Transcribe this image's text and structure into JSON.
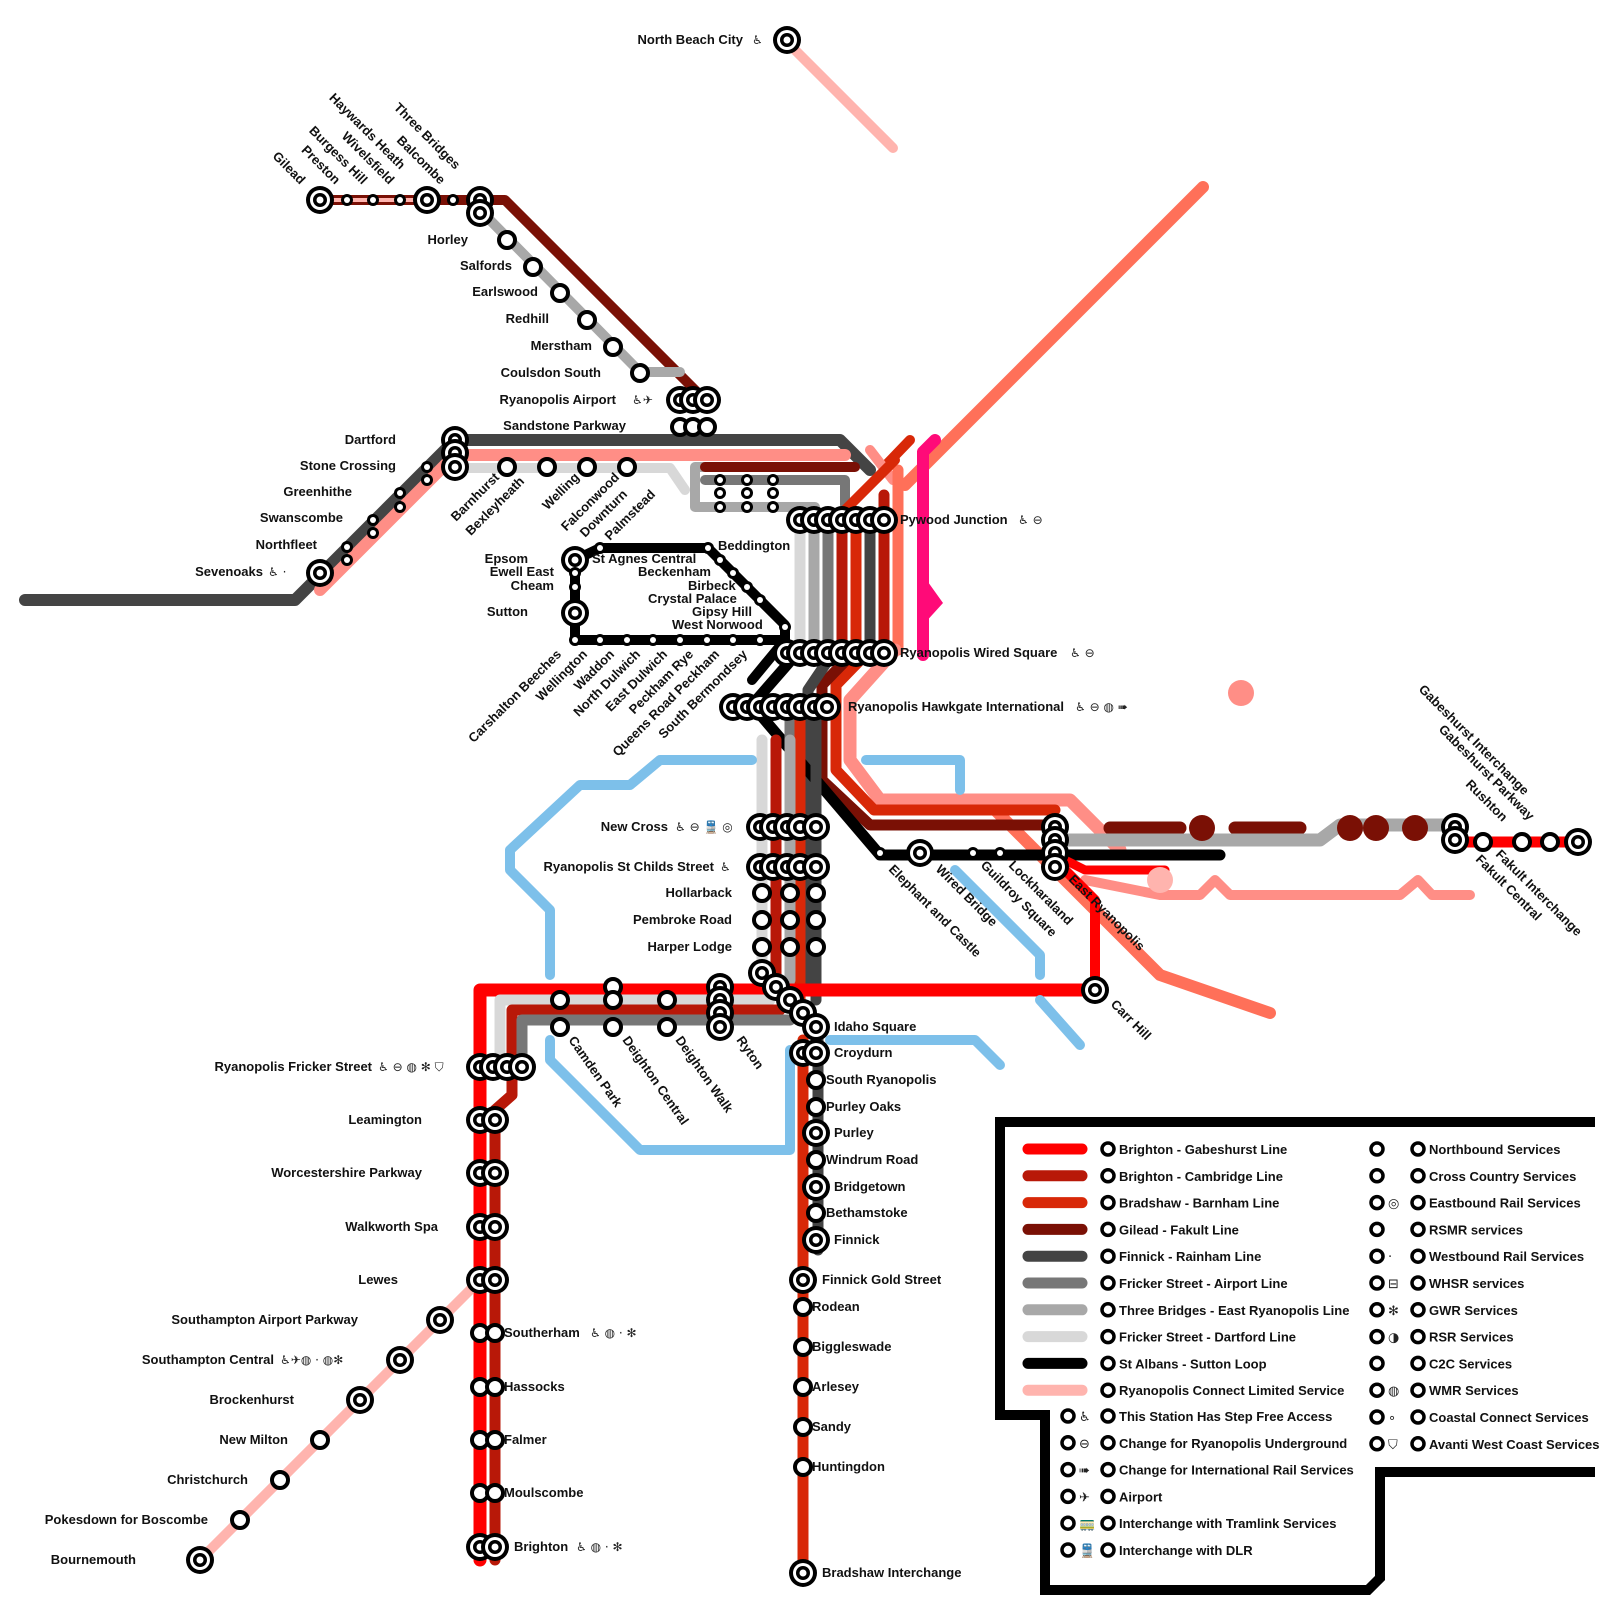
{
  "colors": {
    "brighton_gabeshurst": "#ff0000",
    "brighton_cambridge": "#b81808",
    "bradshaw_barnham": "#d82808",
    "gilead_fakult": "#7a1005",
    "finnick_rainham": "#444444",
    "fricker_airport": "#777777",
    "three_bridges": "#a8a8a8",
    "fricker_dartford": "#d8d8d8",
    "st_albans_sutton": "#000000",
    "connect_limited": "#ffb4ae",
    "salmon": "#ff8e86",
    "coral": "#ff7059",
    "magenta": "#ff0a78",
    "blue": "#7dc0ea"
  },
  "symbols": {
    "step_free": "wheelchair-icon",
    "underground": "underground-icon",
    "international": "eurostar-icon",
    "airport": "plane-icon",
    "tram": "tram-icon",
    "dlr": "dlr-icon"
  },
  "stations": {
    "north_beach_city": "North Beach City",
    "gilead": "Gilead",
    "preston": "Preston",
    "burgess_hill": "Burgess Hill",
    "wivelsfield": "Wivelsfield",
    "haywards_heath": "Haywards Heath",
    "balcombe": "Balcombe",
    "three_bridges": "Three Bridges",
    "horley": "Horley",
    "salfords": "Salfords",
    "earlswood": "Earlswood",
    "redhill": "Redhill",
    "merstham": "Merstham",
    "coulsdon_south": "Coulsdon South",
    "ryanopolis_airport": "Ryanopolis Airport",
    "sandstone_parkway": "Sandstone Parkway",
    "dartford": "Dartford",
    "stone_crossing": "Stone Crossing",
    "greenhithe": "Greenhithe",
    "swanscombe": "Swanscombe",
    "northfleet": "Northfleet",
    "sevenoaks": "Sevenoaks",
    "barnhurst": "Barnhurst",
    "bexleyheath": "Bexleyheath",
    "welling": "Welling",
    "falconwood": "Falconwood",
    "downturn": "Downturn",
    "palmstead": "Palmstead",
    "pywood_junction": "Pywood Junction",
    "beddington": "Beddington",
    "st_agnes_central": "St Agnes Central",
    "beckenham": "Beckenham",
    "birbeck": "Birbeck",
    "crystal_palace": "Crystal Palace",
    "gipsy_hill": "Gipsy Hill",
    "west_norwood": "West Norwood",
    "epsom": "Epsom",
    "ewell_east": "Ewell East",
    "cheam": "Cheam",
    "sutton": "Sutton",
    "carshalton_beeches": "Carshalton Beeches",
    "wellington": "Wellington",
    "waddon": "Waddon",
    "north_dulwich": "North Dulwich",
    "east_dulwich": "East Dulwich",
    "peckham_rye": "Peckham Rye",
    "queens_road_peckham": "Queens Road Peckham",
    "south_bermondsey": "South Bermondsey",
    "ryanopolis_wired_square": "Ryanopolis Wired Square",
    "hawkgate": "Ryanopolis Hawkgate International",
    "new_cross": "New Cross",
    "st_childs": "Ryanopolis St Childs Street",
    "hollarback": "Hollarback",
    "pembroke_road": "Pembroke Road",
    "harper_lodge": "Harper Lodge",
    "elephant_and_castle": "Elephant and Castle",
    "wired_bridge": "Wired Bridge",
    "guildroy_square": "Guildroy Square",
    "lockharaland": "Lockharaland",
    "east_ryanopolis": "East Ryanopolis",
    "carr_hill": "Carr Hill",
    "gabeshurst_interchange": "Gabeshurst Interchange",
    "gabeshurst_parkway": "Gabeshurst Parkway",
    "rushton": "Rushton",
    "fakult_interchange": "Fakult Interchange",
    "fakult_central": "Fakult Central",
    "idaho_square": "Idaho Square",
    "croydurn": "Croydurn",
    "south_ryanopolis": "South Ryanopolis",
    "purley_oaks": "Purley Oaks",
    "purley": "Purley",
    "windrum_road": "Windrum Road",
    "bridgetown": "Bridgetown",
    "bethamstoke": "Bethamstoke",
    "finnick": "Finnick",
    "finnick_gold_street": "Finnick Gold Street",
    "rodean": "Rodean",
    "biggleswade": "Biggleswade",
    "arlesey": "Arlesey",
    "sandy": "Sandy",
    "huntingdon": "Huntingdon",
    "bradshaw_interchange": "Bradshaw Interchange",
    "camden_park": "Camden Park",
    "deighton_central": "Deighton Central",
    "deighton_walk": "Deighton Walk",
    "ryton": "Ryton",
    "fricker_street": "Ryanopolis Fricker Street",
    "leamington": "Leamington",
    "worcestershire_parkway": "Worcestershire Parkway",
    "walkworth_spa": "Walkworth Spa",
    "lewes": "Lewes",
    "southampton_airport_parkway": "Southampton Airport Parkway",
    "southampton_central": "Southampton Central",
    "brockenhurst": "Brockenhurst",
    "new_milton": "New Milton",
    "christchurch": "Christchurch",
    "pokesdown": "Pokesdown for Boscombe",
    "bournemouth": "Bournemouth",
    "southerham": "Southerham",
    "hassocks": "Hassocks",
    "falmer": "Falmer",
    "moulscombe": "Moulscombe",
    "brighton": "Brighton"
  },
  "legend": {
    "lines": [
      {
        "label": "Brighton - Gabeshurst Line",
        "color": "#ff0000"
      },
      {
        "label": "Brighton - Cambridge Line",
        "color": "#b81808"
      },
      {
        "label": "Bradshaw - Barnham Line",
        "color": "#d82808"
      },
      {
        "label": "Gilead - Fakult Line",
        "color": "#7a1005"
      },
      {
        "label": "Finnick - Rainham Line",
        "color": "#444444"
      },
      {
        "label": "Fricker Street - Airport Line",
        "color": "#777777"
      },
      {
        "label": "Three Bridges - East Ryanopolis Line",
        "color": "#a8a8a8"
      },
      {
        "label": "Fricker Street - Dartford Line",
        "color": "#d8d8d8"
      },
      {
        "label": "St Albans - Sutton Loop",
        "color": "#000000"
      },
      {
        "label": "Ryanopolis Connect Limited Service",
        "color": "#ffb4ae"
      }
    ],
    "symbols": [
      {
        "label": "This Station Has Step Free Access",
        "icon": "wheelchair-icon"
      },
      {
        "label": "Change for Ryanopolis Underground",
        "icon": "underground-icon"
      },
      {
        "label": "Change for International Rail Services",
        "icon": "eurostar-icon"
      },
      {
        "label": "Airport",
        "icon": "plane-icon"
      },
      {
        "label": "Interchange with Tramlink Services",
        "icon": "tram-icon"
      },
      {
        "label": "Interchange with DLR",
        "icon": "dlr-icon"
      }
    ],
    "services": [
      {
        "label": "Northbound Services",
        "icon": ""
      },
      {
        "label": "Cross Country Services",
        "icon": ""
      },
      {
        "label": "Eastbound Rail Services",
        "icon": "target-icon"
      },
      {
        "label": "RSMR services",
        "icon": ""
      },
      {
        "label": "Westbound Rail Services",
        "icon": "dot-icon"
      },
      {
        "label": "WHSR services",
        "icon": "train-icon"
      },
      {
        "label": "GWR Services",
        "icon": "snowflake-icon"
      },
      {
        "label": "RSR Services",
        "icon": "halfdisc-icon"
      },
      {
        "label": "C2C Services",
        "icon": ""
      },
      {
        "label": "WMR Services",
        "icon": "grey-disc-icon"
      },
      {
        "label": "Coastal Connect Services",
        "icon": "small-ring-icon"
      },
      {
        "label": "Avanti West Coast Services",
        "icon": "shield-icon"
      }
    ]
  }
}
